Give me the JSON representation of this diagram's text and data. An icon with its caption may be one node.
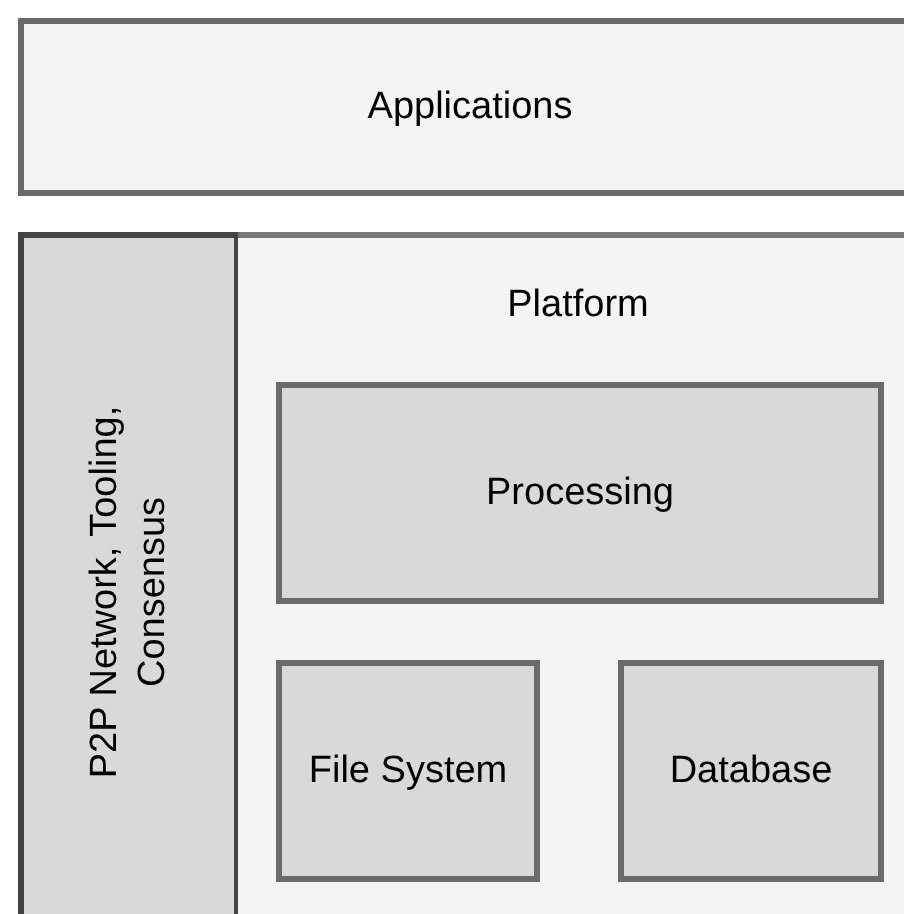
{
  "diagram": {
    "nodes": [
      {
        "text": [
          "Applications"
        ]
      },
      {
        "text": [
          "P2P Network, Tooling, Consensus"
        ]
      },
      {
        "text": [
          "Platform"
        ]
      },
      {
        "text": [
          "Processing"
        ],
        "in": 2
      },
      {
        "text": [
          "File System"
        ],
        "in": 2
      },
      {
        "text": [
          "Database"
        ],
        "in": 2
      }
    ]
  }
}
